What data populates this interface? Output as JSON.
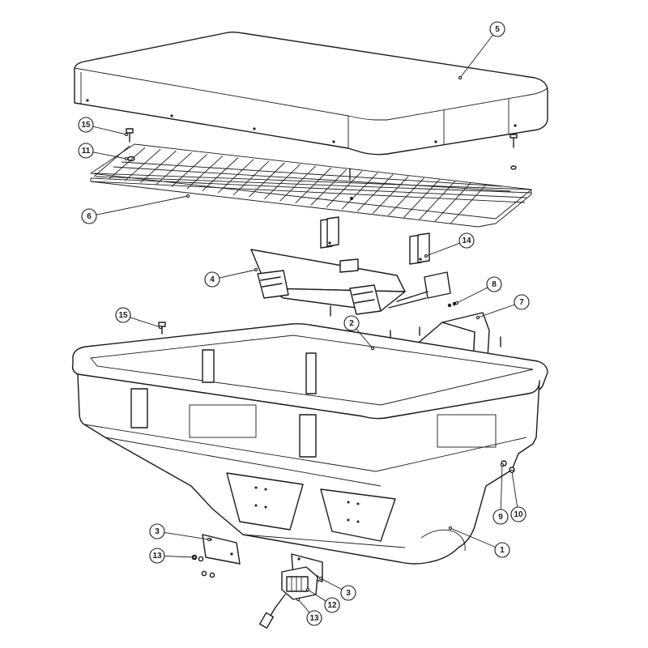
{
  "callouts": [
    {
      "id": "c5",
      "label": "5"
    },
    {
      "id": "c15a",
      "label": "15"
    },
    {
      "id": "c11",
      "label": "11"
    },
    {
      "id": "c6",
      "label": "6"
    },
    {
      "id": "c14",
      "label": "14"
    },
    {
      "id": "c4",
      "label": "4"
    },
    {
      "id": "c8",
      "label": "8"
    },
    {
      "id": "c7",
      "label": "7"
    },
    {
      "id": "c15b",
      "label": "15"
    },
    {
      "id": "c2",
      "label": "2"
    },
    {
      "id": "c1",
      "label": "1"
    },
    {
      "id": "c9",
      "label": "9"
    },
    {
      "id": "c10",
      "label": "10"
    },
    {
      "id": "c3a",
      "label": "3"
    },
    {
      "id": "c13a",
      "label": "13"
    },
    {
      "id": "c3b",
      "label": "3"
    },
    {
      "id": "c12",
      "label": "12"
    },
    {
      "id": "c13b",
      "label": "13"
    }
  ]
}
